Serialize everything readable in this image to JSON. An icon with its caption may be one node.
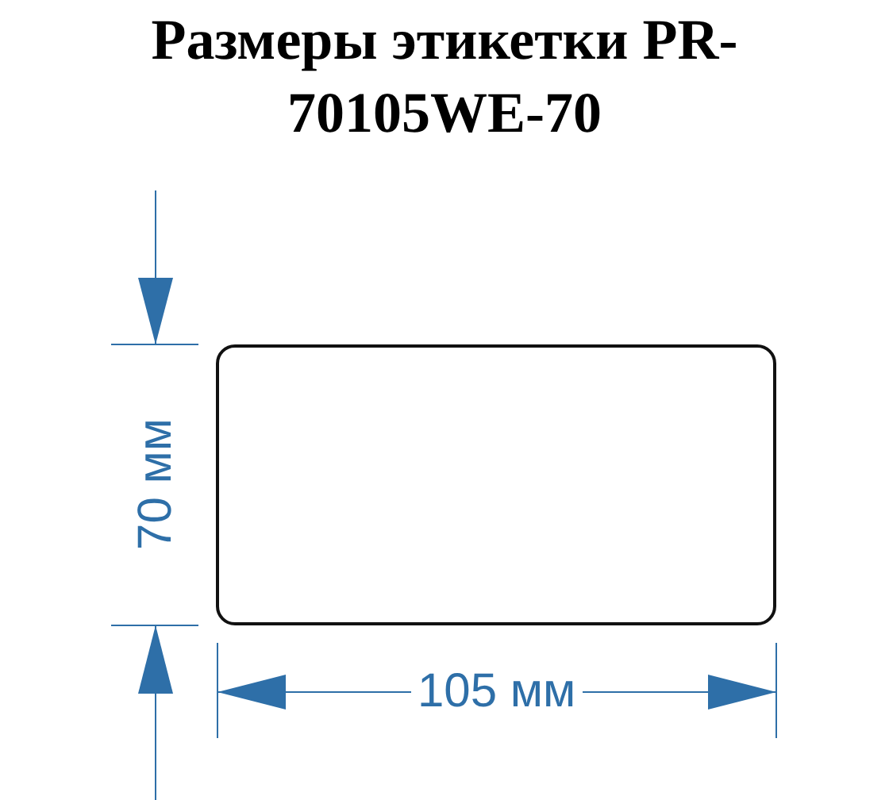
{
  "diagram": {
    "title": "Размеры этикетки PR-70105WE-70",
    "nodes": [
      {
        "text": [],
        "shape": "box"
      }
    ],
    "labels": [
      "70 мм",
      "105 мм"
    ]
  }
}
